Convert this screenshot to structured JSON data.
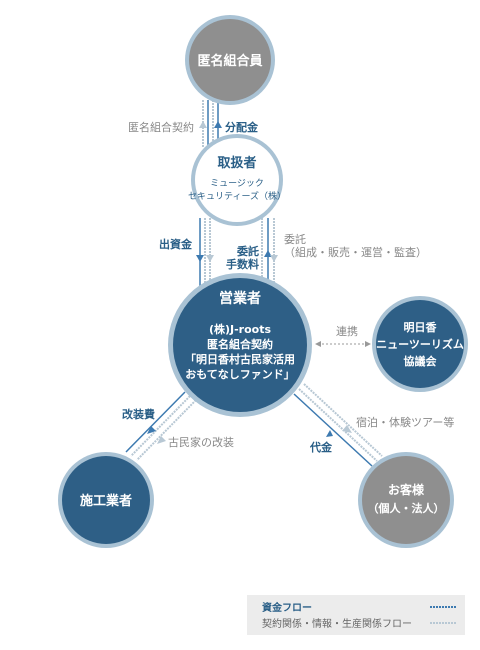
{
  "colors": {
    "navy_node": "#2e5f86",
    "gray_node": "#8f8f8f",
    "ring": "#a9c2d4",
    "money_line": "#3d7ab0",
    "relation_line": "#b8c8d4",
    "label_blue": "#2a5f87",
    "label_gray": "#888888",
    "legend_bg": "#ececec"
  },
  "nodes": {
    "investors": {
      "label": "匿名組合員"
    },
    "handler": {
      "title": "取扱者",
      "sub_line1": "ミュージック",
      "sub_line2": "セキュリティーズ（株）"
    },
    "operator": {
      "title": "営業者",
      "line1": "(株)J-roots",
      "line2": "匿名組合契約",
      "line3": "「明日香村古民家活用",
      "line4": "おもてなしファンド」"
    },
    "tourism": {
      "line1": "明日香",
      "line2": "ニューツーリズム",
      "line3": "協議会"
    },
    "contractor": {
      "label": "施工業者"
    },
    "customers": {
      "line1": "お客様",
      "line2": "（個人・法人）"
    }
  },
  "labels": {
    "contract": "匿名組合契約",
    "distribution": "分配金",
    "investment": "出資金",
    "commission_fee_line1": "委託",
    "commission_fee_line2": "手数料",
    "consignment_line1": "委託",
    "consignment_line2": "（組成・販売・運営・監査）",
    "partnership": "連携",
    "renovation_cost": "改装費",
    "renovation": "古民家の改装",
    "payment": "代金",
    "lodging": "宿泊・体験ツアー等"
  },
  "legend": {
    "money_flow": "資金フロー",
    "relation_flow": "契約関係・情報・生産関係フロー"
  }
}
